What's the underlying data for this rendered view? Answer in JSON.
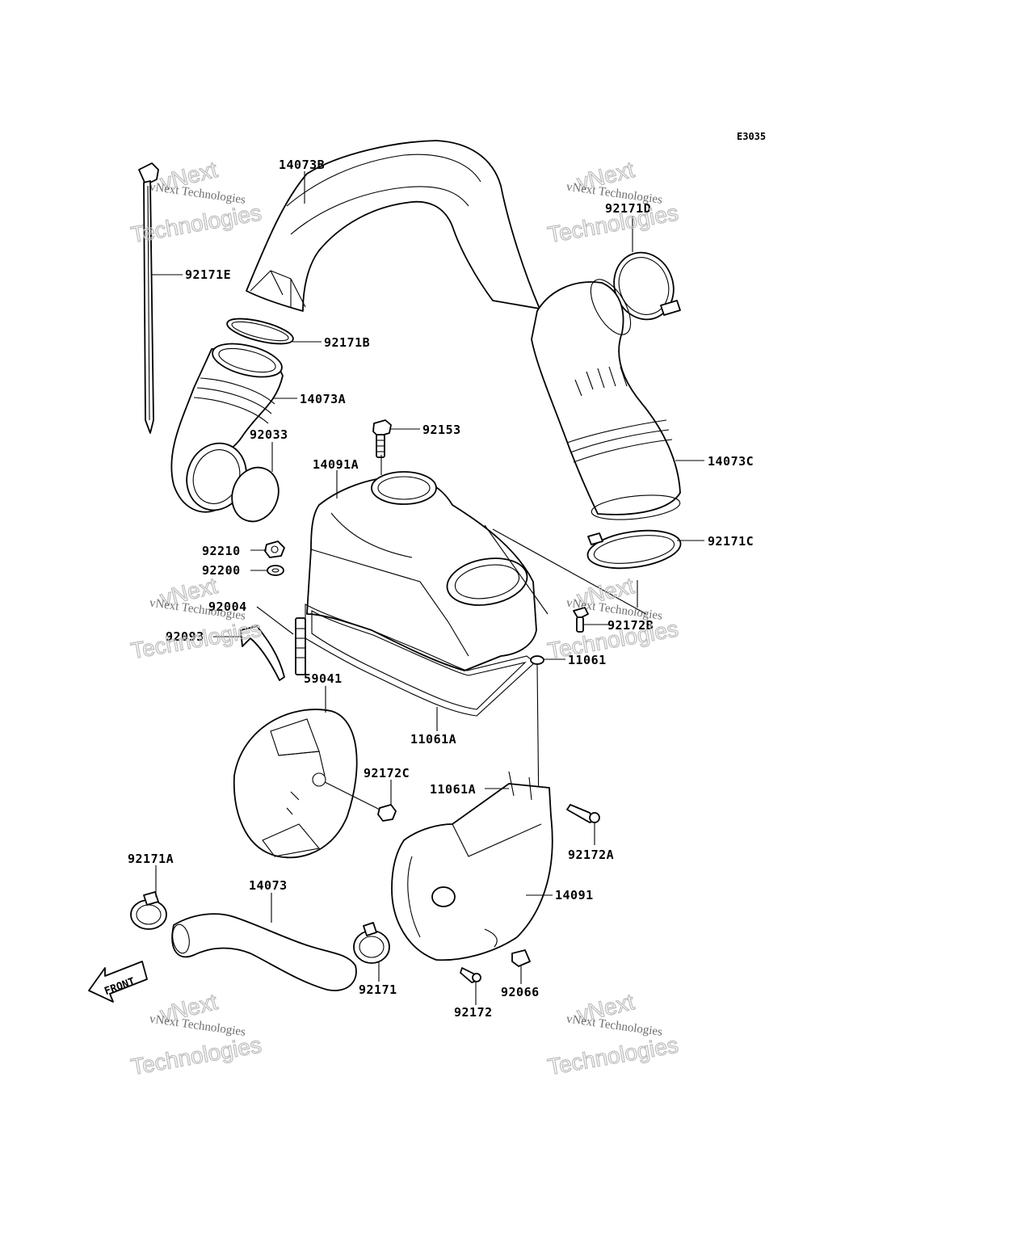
{
  "diagram": {
    "code": "E3035",
    "front_label": "FRONT",
    "parts": [
      {
        "id": "p14073B",
        "label": "14073B"
      },
      {
        "id": "p92171D",
        "label": "92171D"
      },
      {
        "id": "p92171E",
        "label": "92171E"
      },
      {
        "id": "p92171B",
        "label": "92171B"
      },
      {
        "id": "p14073A",
        "label": "14073A"
      },
      {
        "id": "p92153",
        "label": "92153"
      },
      {
        "id": "p92033",
        "label": "92033"
      },
      {
        "id": "p14091A",
        "label": "14091A"
      },
      {
        "id": "p14073C",
        "label": "14073C"
      },
      {
        "id": "p92171C",
        "label": "92171C"
      },
      {
        "id": "p92210",
        "label": "92210"
      },
      {
        "id": "p92200",
        "label": "92200"
      },
      {
        "id": "p92004",
        "label": "92004"
      },
      {
        "id": "p92093",
        "label": "92093"
      },
      {
        "id": "p92172B",
        "label": "92172B"
      },
      {
        "id": "p11061",
        "label": "11061"
      },
      {
        "id": "p59041",
        "label": "59041"
      },
      {
        "id": "p11061A_1",
        "label": "11061A"
      },
      {
        "id": "p92172C",
        "label": "92172C"
      },
      {
        "id": "p11061A_2",
        "label": "11061A"
      },
      {
        "id": "p92172A",
        "label": "92172A"
      },
      {
        "id": "p92171A",
        "label": "92171A"
      },
      {
        "id": "p14073",
        "label": "14073"
      },
      {
        "id": "p14091",
        "label": "14091"
      },
      {
        "id": "p92171",
        "label": "92171"
      },
      {
        "id": "p92066",
        "label": "92066"
      },
      {
        "id": "p92172",
        "label": "92172"
      }
    ]
  },
  "watermark": {
    "line1": "vNext Technologies",
    "line2": "vNext",
    "line3": "Technologies"
  }
}
